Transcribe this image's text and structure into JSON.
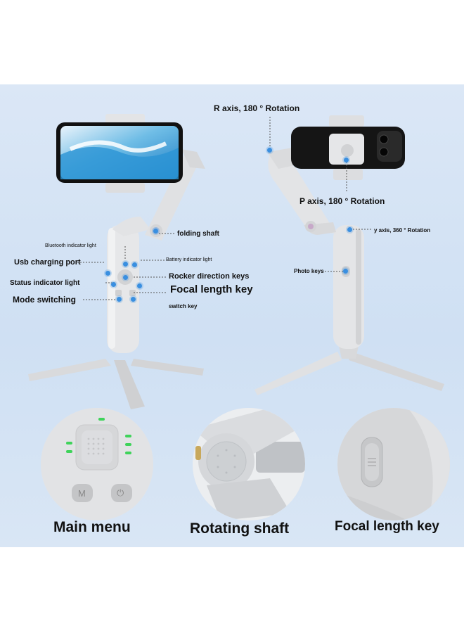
{
  "left_labels": {
    "folding_shaft": "folding shaft",
    "bluetooth_indicator_light": "Bluetooth indicator light",
    "battery_indicator_light": "Battery indicator light",
    "usb_charging_port": "Usb charging port",
    "rocker_direction_keys": "Rocker direction keys",
    "status_indicator_light": "Status indicator light",
    "focal_length_key": "Focal length key",
    "mode_switching": "Mode switching",
    "switch_key": "switch key"
  },
  "right_labels": {
    "r_axis": "R axis, 180 ° Rotation",
    "p_axis": "P axis, 180 ° Rotation",
    "y_axis": "y axis, 360 ° Rotation",
    "photo_keys": "Photo keys"
  },
  "detail_captions": {
    "main_menu": "Main menu",
    "rotating_shaft": "Rotating shaft",
    "focal_length_key": "Focal length key"
  },
  "button_glyphs": {
    "mode": "M",
    "power": "⏻"
  },
  "colors": {
    "background_panel": "#d4e3f4",
    "gimbal_body": "#e4e5e7",
    "callout_dot": "#3a8fe0",
    "status_led": "#3fd35a"
  }
}
